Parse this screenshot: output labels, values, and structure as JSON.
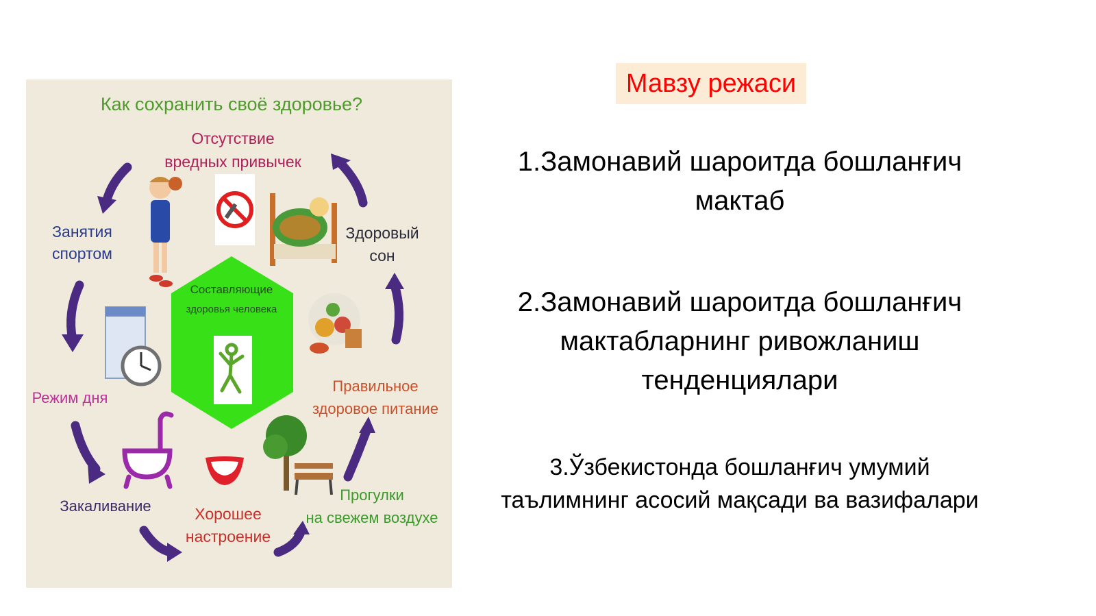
{
  "infographic": {
    "title": "Как сохранить своё здоровье?",
    "center_line1": "Составляющие",
    "center_line2": "здоровья человека",
    "labels": {
      "no_habits_1": "Отсутствие",
      "no_habits_2": "вредных привычек",
      "sleep_1": "Здоровый",
      "sleep_2": "сон",
      "food_1": "Правильное",
      "food_2": "здоровое питание",
      "walk_1": "Прогулки",
      "walk_2": "на свежем воздухе",
      "mood_1": "Хорошее",
      "mood_2": "настроение",
      "harden": "Закаливание",
      "routine": "Режим дня",
      "sport_1": "Занятия",
      "sport_2": "спортом"
    },
    "colors": {
      "title": "#4e9a2a",
      "arrows": "#4b2a82",
      "hexagon": "#38e018",
      "no_habits": "#b0205a",
      "sleep": "#2a2a3a",
      "food": "#c8502a",
      "walk": "#3a9a2a",
      "mood": "#c8302a",
      "harden": "#3a2a6a",
      "routine": "#c0309a",
      "sport": "#2a3a8a"
    }
  },
  "slide": {
    "topic_title": "Мавзу режаси",
    "items": [
      {
        "line1": "1.Замонавий шароитда бошланғич",
        "line2": "мактаб"
      },
      {
        "line1": "2.Замонавий шароитда бошланғич",
        "line2": "мактабларнинг ривожланиш",
        "line3": "тенденциялари"
      },
      {
        "line1": "3.Ўзбекистонда бошланғич умумий",
        "line2": "таълимнинг асосий мақсади ва вазифалари"
      }
    ]
  }
}
